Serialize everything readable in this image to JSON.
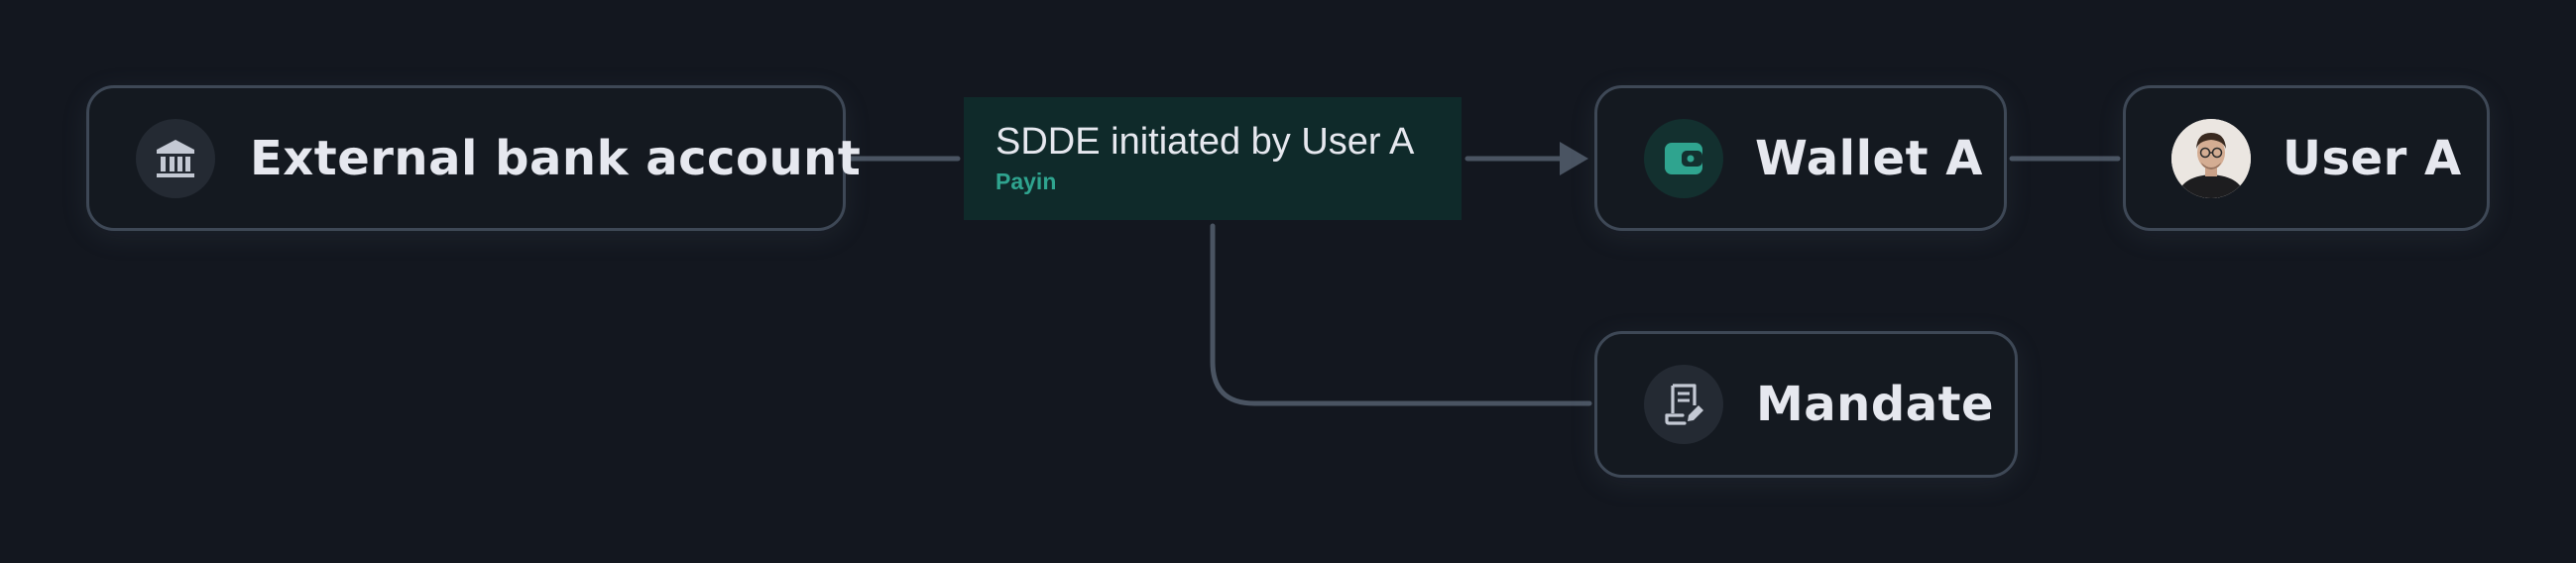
{
  "nodes": {
    "bank": {
      "label": "External bank account",
      "icon": "bank-icon"
    },
    "wallet": {
      "label": "Wallet A",
      "icon": "wallet-icon"
    },
    "user": {
      "label": "User A",
      "icon": "avatar"
    },
    "mandate": {
      "label": "Mandate",
      "icon": "mandate-icon"
    }
  },
  "transaction": {
    "title": "SDDE initiated by User A",
    "subtitle": "Payin"
  },
  "colors": {
    "background": "#13171f",
    "node_border": "#3e4856",
    "connector": "#4a5462",
    "transaction_bg": "#0f2a2a",
    "accent": "#2fa48f",
    "text": "#e6e8ef"
  }
}
